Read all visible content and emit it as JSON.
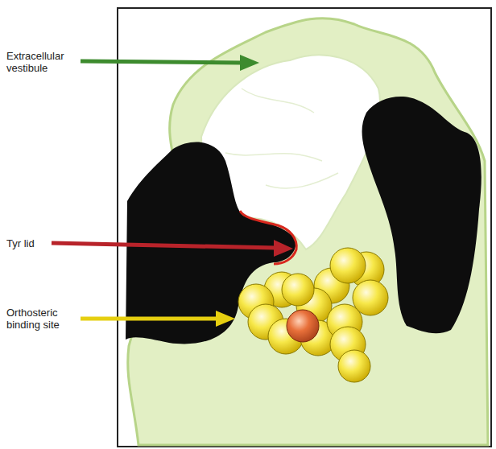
{
  "diagram": {
    "labels": [
      "Extracellular vestibule",
      "Tyr lid",
      "Orthosteric binding site"
    ]
  }
}
